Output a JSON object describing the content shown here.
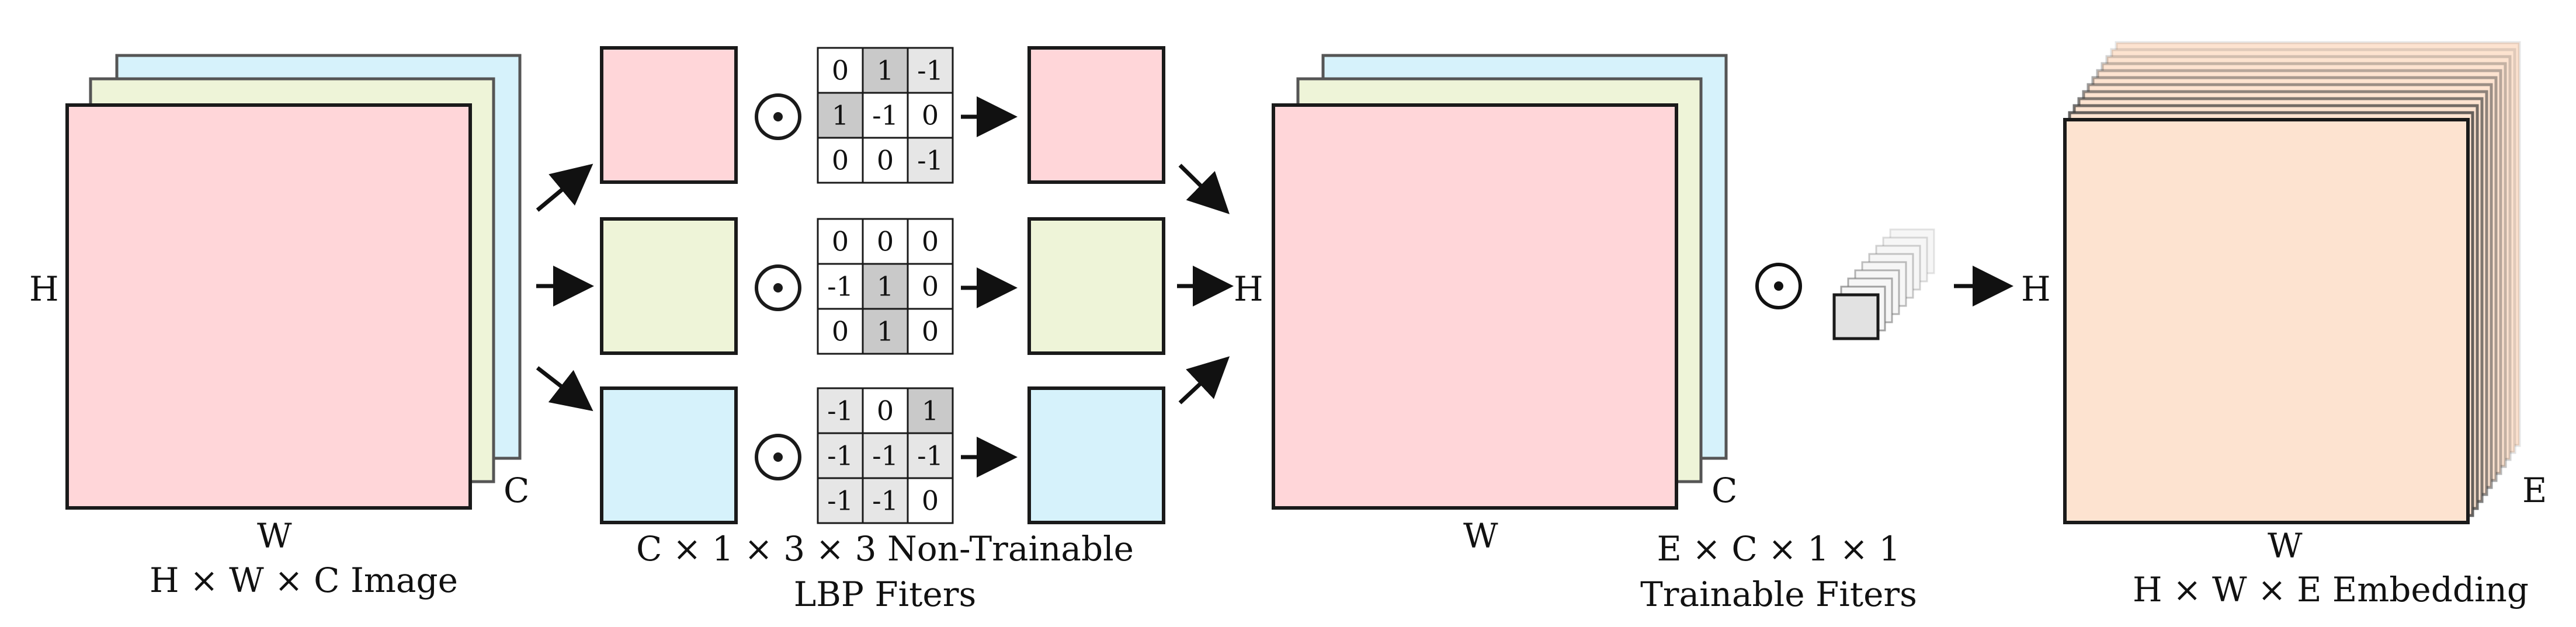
{
  "colors": {
    "pink": "#ffd6d9",
    "green": "#eef4d8",
    "blue": "#d6f2fb",
    "peach": "#fde3d0",
    "cell_mid": "#c9c9c9",
    "cell_light": "#e6e6e6",
    "cell_white": "#ffffff",
    "stroke": "#1a1a1a",
    "shadow_stroke": "#555555"
  },
  "input": {
    "h_label": "H",
    "w_label": "W",
    "c_label": "C",
    "caption": "H × W × C Image"
  },
  "lbp": {
    "op_symbol": "⊙",
    "caption_line1": "C × 1 × 3 × 3 Non-Trainable",
    "caption_line2": "LBP Fiters",
    "filters": [
      {
        "cells": [
          "0",
          "1",
          "-1",
          "1",
          "-1",
          "0",
          "0",
          "0",
          "-1"
        ],
        "shade": [
          "w",
          "m",
          "l",
          "m",
          "w",
          "w",
          "w",
          "w",
          "l"
        ]
      },
      {
        "cells": [
          "0",
          "0",
          "0",
          "-1",
          "1",
          "0",
          "0",
          "1",
          "0"
        ],
        "shade": [
          "w",
          "w",
          "w",
          "w",
          "m",
          "w",
          "w",
          "m",
          "w"
        ]
      },
      {
        "cells": [
          "-1",
          "0",
          "1",
          "-1",
          "-1",
          "-1",
          "-1",
          "-1",
          "0"
        ],
        "shade": [
          "l",
          "w",
          "m",
          "l",
          "l",
          "l",
          "l",
          "l",
          "w"
        ]
      }
    ]
  },
  "middle": {
    "h_label": "H",
    "w_label": "W",
    "c_label": "C"
  },
  "trainable": {
    "op_symbol": "⊙",
    "caption_line1": "E × C × 1 × 1",
    "caption_line2": "Trainable Fiters"
  },
  "output": {
    "h_label": "H",
    "w_label": "W",
    "e_label": "E",
    "caption": "H × W × E Embedding"
  }
}
